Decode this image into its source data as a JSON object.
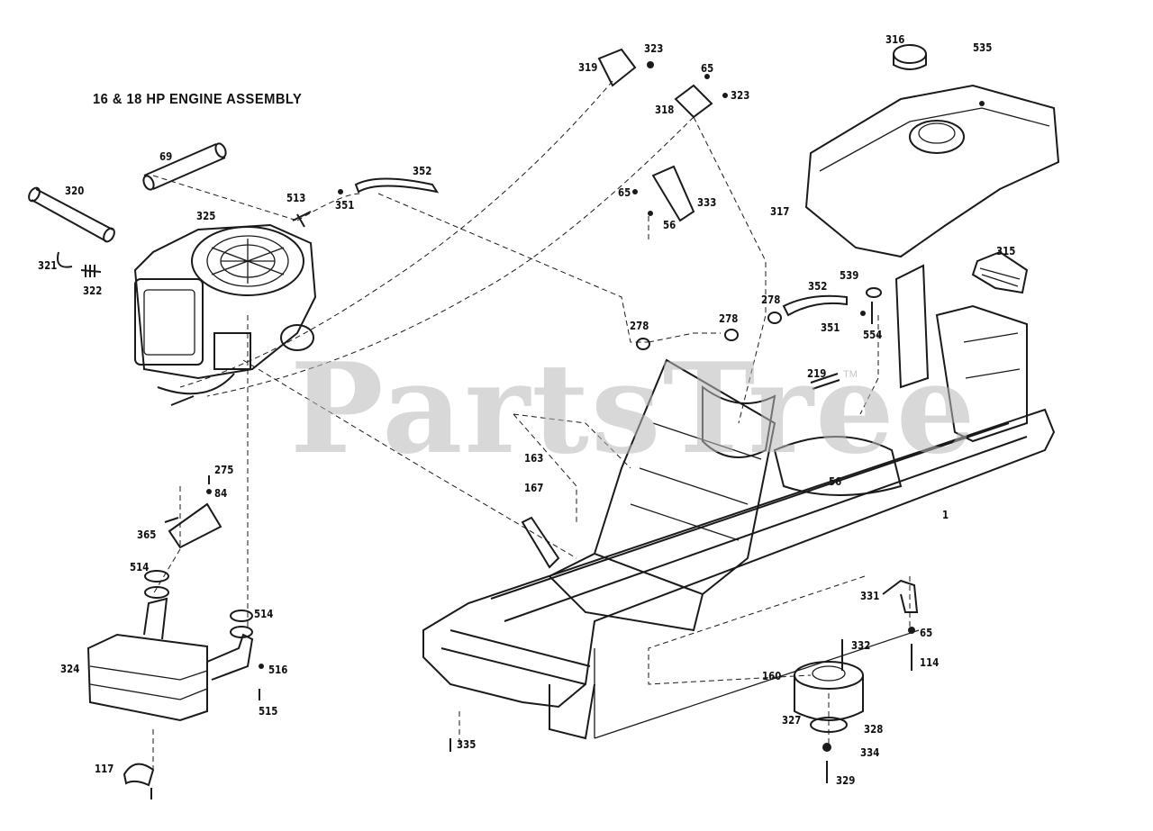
{
  "title": "16 & 18 HP ENGINE ASSEMBLY",
  "watermark": "PartsTree",
  "watermark_mark": "TM",
  "labels": {
    "p319": "319",
    "p323a": "323",
    "p65a": "65",
    "p318": "318",
    "p323b": "323",
    "p316": "316",
    "p535": "535",
    "p69": "69",
    "p320": "320",
    "p513": "513",
    "p351a": "351",
    "p352a": "352",
    "p325": "325",
    "p321": "321",
    "p322": "322",
    "p65b": "65",
    "p56a": "56",
    "p333": "333",
    "p317": "317",
    "p315": "315",
    "p539": "539",
    "p352b": "352",
    "p278a": "278",
    "p278b": "278",
    "p278c": "278",
    "p351b": "351",
    "p554": "554",
    "p219": "219",
    "p163": "163",
    "p56b": "56",
    "p167": "167",
    "p1": "1",
    "p275": "275",
    "p84": "84",
    "p365": "365",
    "p514a": "514",
    "p514b": "514",
    "p324": "324",
    "p516": "516",
    "p515": "515",
    "p117": "117",
    "p331": "331",
    "p65c": "65",
    "p332": "332",
    "p114": "114",
    "p160": "160",
    "p327": "327",
    "p328": "328",
    "p334": "334",
    "p329": "329",
    "p335": "335"
  },
  "icons": [
    "engine",
    "muffler",
    "fuel-tank",
    "frame",
    "clutch",
    "hose",
    "bracket"
  ]
}
